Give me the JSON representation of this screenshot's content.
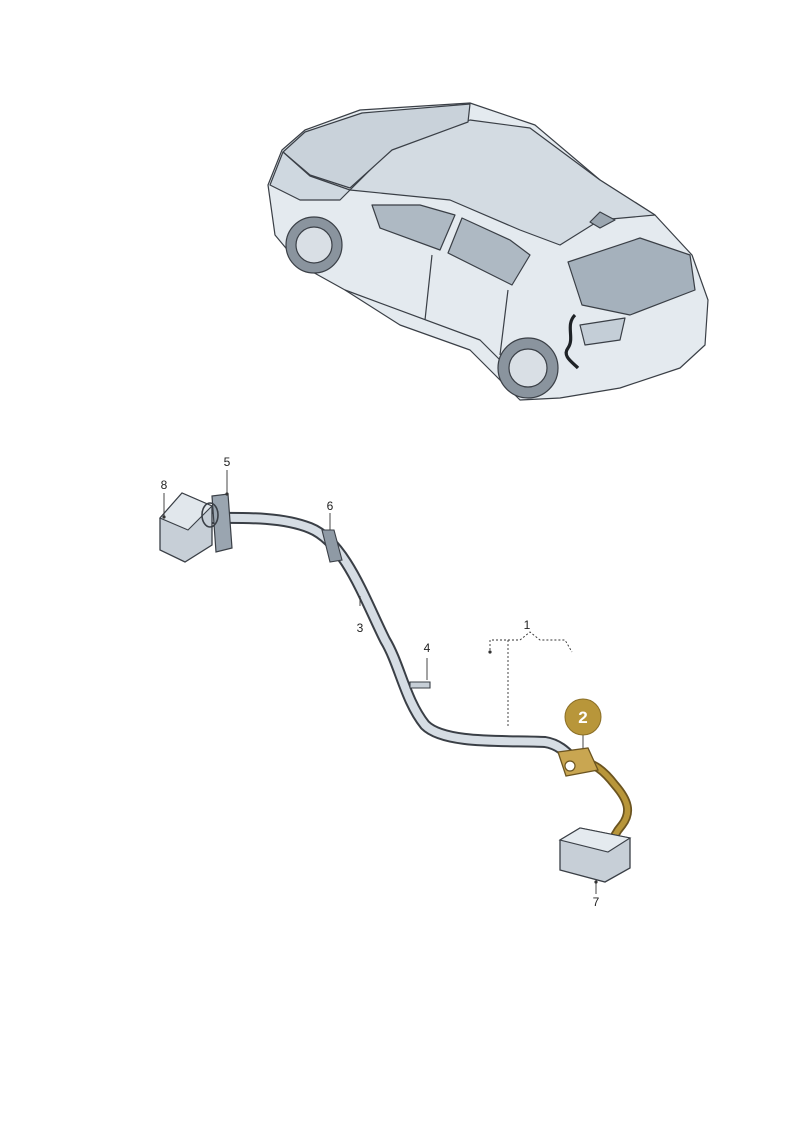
{
  "colors": {
    "highlight": "#b8963a",
    "highlight_text": "#ffffff",
    "part_fill": "#d6dde4",
    "part_stroke": "#3a3f46",
    "car_fill": "#e4eaef",
    "car_shade": "#c4ced7",
    "glass": "#aeb9c3",
    "leader": "#333333"
  },
  "callouts": {
    "c1": "1",
    "c2": "2",
    "c3": "3",
    "c4": "4",
    "c5": "5",
    "c6": "6",
    "c7": "7",
    "c8": "8"
  }
}
